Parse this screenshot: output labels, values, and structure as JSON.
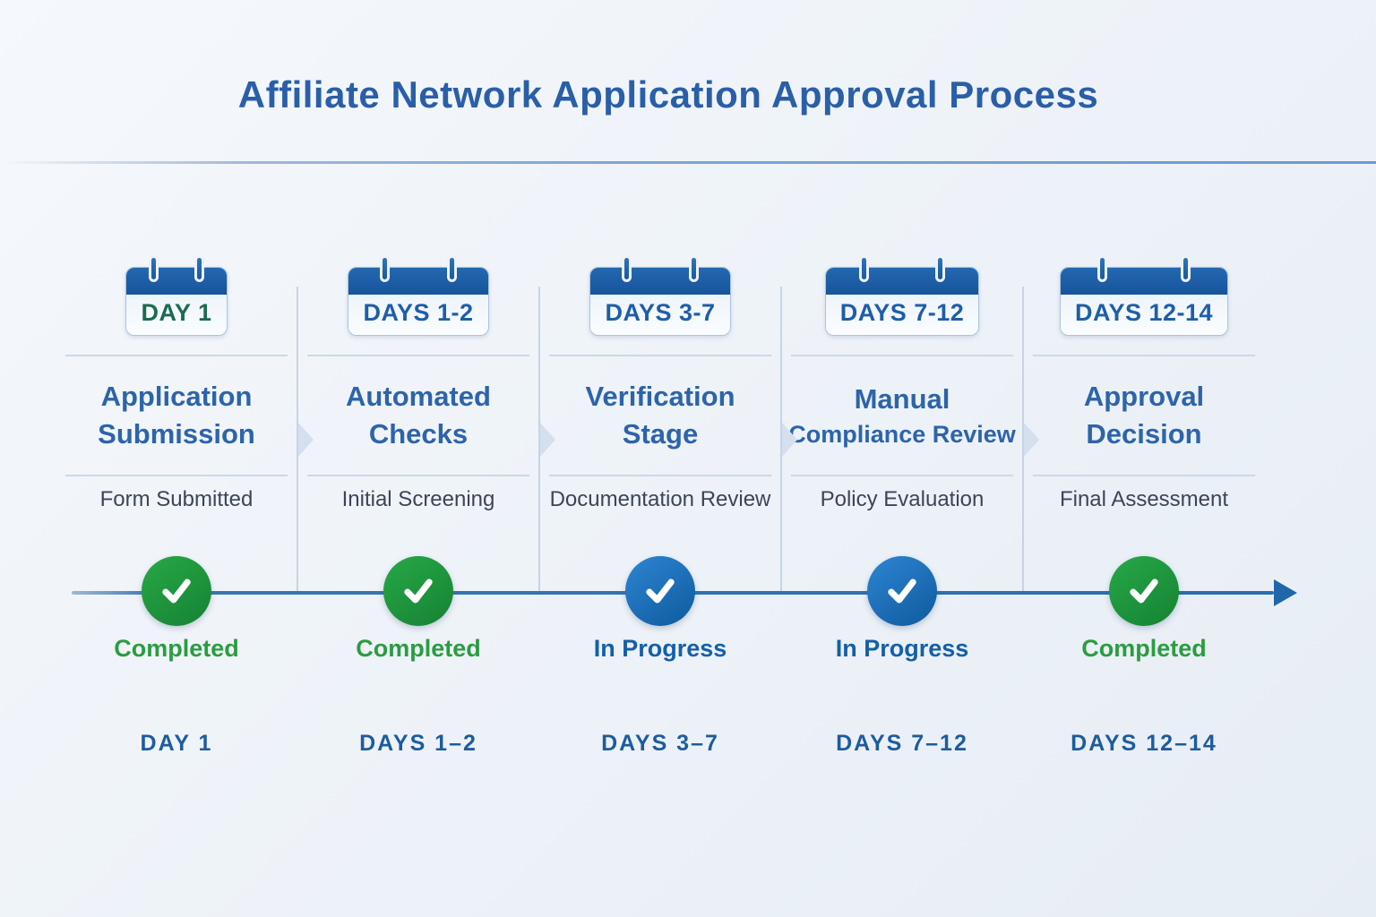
{
  "title": "Affiliate Network Application Approval Process",
  "colors": {
    "title_blue": "#2a5fa8",
    "stage_blue": "#2d64aa",
    "green": "#1f9e3d",
    "blue_circle": "#1164ae",
    "day_blue": "#1d5c9e",
    "text_dark": "#3c4556"
  },
  "stages": [
    {
      "calendar_label": "DAY 1",
      "calendar_label_color": "#1b6b50",
      "title_line1": "Application",
      "title_line2": "Submission",
      "subtitle": "Form Submitted",
      "status": "Completed",
      "status_type": "completed",
      "day_label": "DAY 1"
    },
    {
      "calendar_label": "DAYS 1-2",
      "calendar_label_color": "#1e5ea8",
      "title_line1": "Automated",
      "title_line2": "Checks",
      "subtitle": "Initial Screening",
      "status": "Completed",
      "status_type": "completed",
      "day_label": "DAYS 1–2"
    },
    {
      "calendar_label": "DAYS 3-7",
      "calendar_label_color": "#1e5ea8",
      "title_line1": "Verification",
      "title_line2": "Stage",
      "subtitle": "Documentation Review",
      "status": "In Progress",
      "status_type": "in-progress",
      "day_label": "DAYS 3–7"
    },
    {
      "calendar_label": "DAYS 7-12",
      "calendar_label_color": "#1e5ea8",
      "title_line1": "Manual",
      "title_line2": "Compliance Review",
      "subtitle": "Policy Evaluation",
      "status": "In Progress",
      "status_type": "in-progress",
      "day_label": "DAYS 7–12"
    },
    {
      "calendar_label": "DAYS 12-14",
      "calendar_label_color": "#1e5ea8",
      "title_line1": "Approval",
      "title_line2": "Decision",
      "subtitle": "Final Assessment",
      "status": "Completed",
      "status_type": "completed",
      "day_label": "DAYS 12–14"
    }
  ]
}
